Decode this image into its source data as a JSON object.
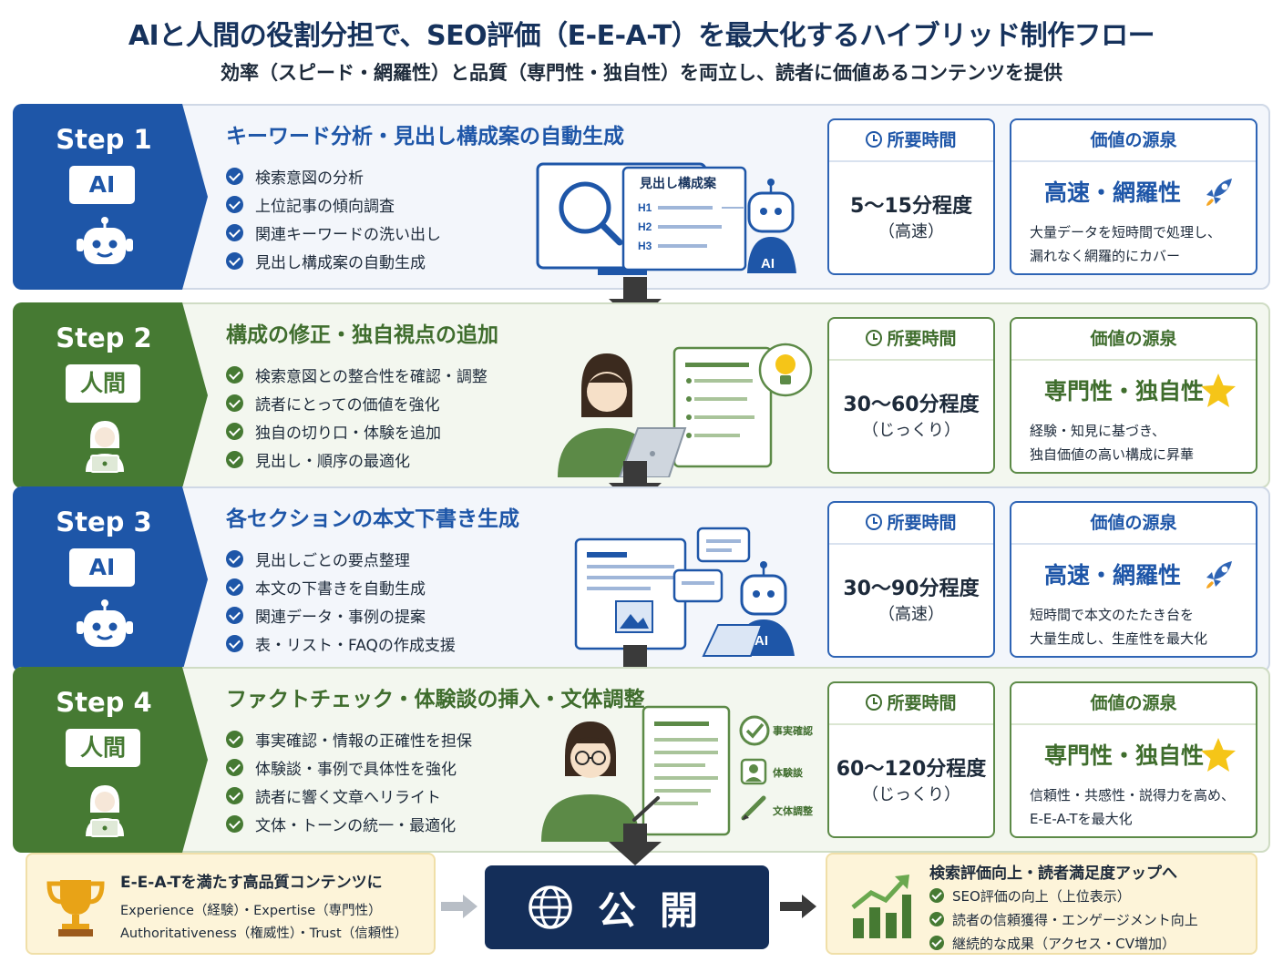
{
  "header": {
    "title": "AIと人間の役割分担で、SEO評価（E-E-A-T）を最大化するハイブリッド制作フロー",
    "subtitle": "効率（スピード・網羅性）と品質（専門性・独自性）を両立し、読者に価値あるコンテンツを提供"
  },
  "labels": {
    "time_head": "所要時間",
    "value_head": "価値の源泉"
  },
  "steps": [
    {
      "step": "Step 1",
      "actor": "AI",
      "title": "キーワード分析・見出し構成案の自動生成",
      "items": [
        "検索意図の分析",
        "上位記事の傾向調査",
        "関連キーワードの洗い出し",
        "見出し構成案の自動生成"
      ],
      "illustration": {
        "doc_title": "見出し構成案",
        "h1": "H1",
        "h2": "H2",
        "h3": "H3",
        "robot_label": "AI"
      },
      "time": "5〜15分程度",
      "time_note": "（高速）",
      "value": "高速・網羅性",
      "value_icon": "rocket-icon",
      "desc": [
        "大量データを短時間で処理し、",
        "漏れなく網羅的にカバー"
      ]
    },
    {
      "step": "Step 2",
      "actor": "人間",
      "title": "構成の修正・独自視点の追加",
      "items": [
        "検索意図との整合性を確認・調整",
        "読者にとっての価値を強化",
        "独自の切り口・体験を追加",
        "見出し・順序の最適化"
      ],
      "time": "30〜60分程度",
      "time_note": "（じっくり）",
      "value": "専門性・独自性",
      "value_icon": "star-icon",
      "desc": [
        "経験・知見に基づき、",
        "独自価値の高い構成に昇華"
      ]
    },
    {
      "step": "Step 3",
      "actor": "AI",
      "title": "各セクションの本文下書き生成",
      "items": [
        "見出しごとの要点整理",
        "本文の下書きを自動生成",
        "関連データ・事例の提案",
        "表・リスト・FAQの作成支援"
      ],
      "illustration": {
        "robot_label": "AI"
      },
      "time": "30〜90分程度",
      "time_note": "（高速）",
      "value": "高速・網羅性",
      "value_icon": "rocket-icon",
      "desc": [
        "短時間で本文のたたき台を",
        "大量生成し、生産性を最大化"
      ]
    },
    {
      "step": "Step 4",
      "actor": "人間",
      "title": "ファクトチェック・体験談の挿入・文体調整",
      "items": [
        "事実確認・情報の正確性を担保",
        "体験談・事例で具体性を強化",
        "読者に響く文章へリライト",
        "文体・トーンの統一・最適化"
      ],
      "illustration": {
        "tags": [
          "事実確認",
          "体験談",
          "文体調整"
        ]
      },
      "time": "60〜120分程度",
      "time_note": "（じっくり）",
      "value": "専門性・独自性",
      "value_icon": "star-icon",
      "desc": [
        "信頼性・共感性・説得力を高め、",
        "E-E-A-Tを最大化"
      ]
    }
  ],
  "eeat": {
    "title": "E-E-A-Tを満たす高品質コンテンツに",
    "line1": "Experience（経験）・Expertise（専門性）",
    "line2": "Authoritativeness（権威性）・Trust（信頼性）"
  },
  "publish": {
    "label": "公開"
  },
  "result": {
    "title": "検索評価向上・読者満足度アップへ",
    "items": [
      "SEO評価の向上（上位表示）",
      "読者の信頼獲得・エンゲージメント向上",
      "継続的な成果（アクセス・CV増加）"
    ]
  },
  "colors": {
    "ai": "#1e56a8",
    "human": "#467a33",
    "navy": "#142e59",
    "gold": "#f5c518",
    "cream": "#fdf4d9"
  }
}
